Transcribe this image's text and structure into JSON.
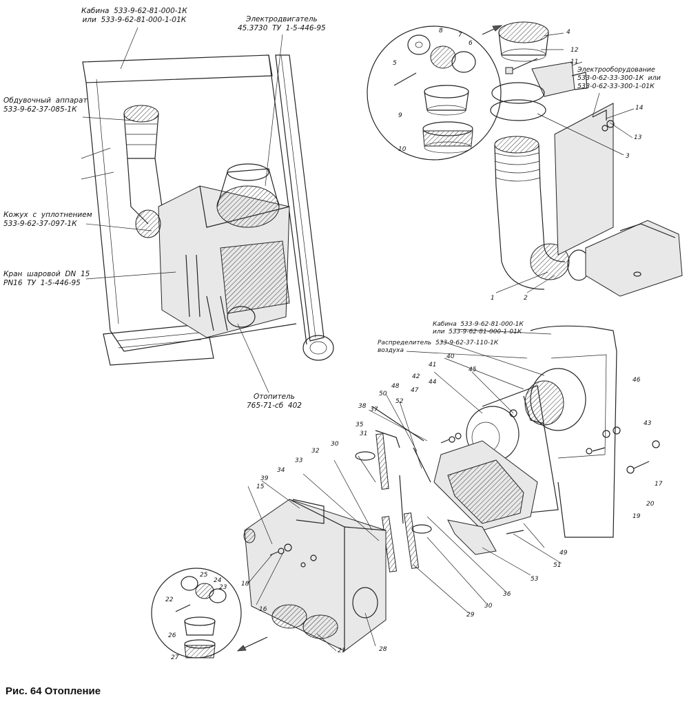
{
  "figure": {
    "caption": "Рис. 64 Отопление"
  },
  "callouts": [
    {
      "id": "cab-top",
      "text": "Кабина  533-9-62-81-000-1К\nили  533-9-62-81-000-1-01К"
    },
    {
      "id": "motor",
      "text": "Электродвигатель\n45.3730  ТУ  1-5-446-95"
    },
    {
      "id": "blower",
      "text": "Обдувочный  аппарат\n533-9-62-37-085-1К"
    },
    {
      "id": "casing",
      "text": "Кожух  с  уплотнением\n533-9-62-37-097-1К"
    },
    {
      "id": "valve",
      "text": "Кран  шаровой  DN  15\nPN16  ТУ  1-5-446-95"
    },
    {
      "id": "heater",
      "text": "Отопитель\n765-71-сб  402"
    },
    {
      "id": "electro",
      "text": "Электрооборудование\n533-0-62-33-300-1К  или\n533-0-62-33-300-1-01К"
    },
    {
      "id": "cab-right",
      "text": "Кабина  533-9-62-81-000-1К\nили  533-9-62-81-000-1-01К"
    },
    {
      "id": "distributor",
      "text": "Распределитель  533-9-62-37-110-1К\nвоздуха"
    }
  ],
  "part_numbers": [
    "1",
    "2",
    "3",
    "4",
    "5",
    "6",
    "7",
    "8",
    "9",
    "10",
    "11",
    "12",
    "13",
    "14",
    "15",
    "16",
    "17",
    "18",
    "19",
    "20",
    "21",
    "22",
    "23",
    "24",
    "25",
    "26",
    "27",
    "28",
    "29",
    "30",
    "30",
    "31",
    "32",
    "33",
    "34",
    "35",
    "36",
    "37",
    "38",
    "39",
    "40",
    "41",
    "42",
    "43",
    "44",
    "45",
    "46",
    "47",
    "48",
    "49",
    "50",
    "51",
    "52",
    "53"
  ]
}
